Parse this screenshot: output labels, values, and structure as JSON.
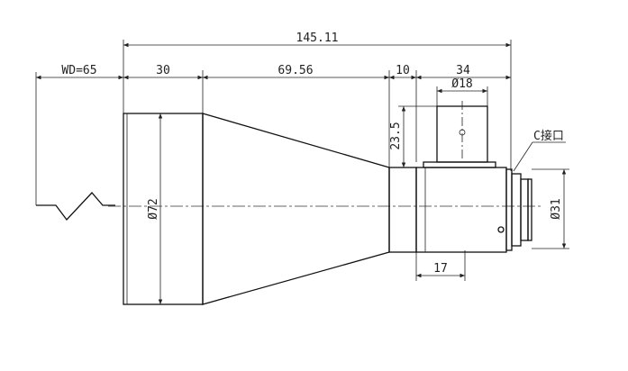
{
  "dimensions": {
    "overall": "145.11",
    "wd": "WD=65",
    "front": "30",
    "taper": "69.56",
    "neck": "10",
    "rear": "34",
    "top_dia": "Ø18",
    "height": "23.5",
    "front_dia": "Ø72",
    "mount_dia": "Ø31",
    "bottom": "17"
  },
  "labels": {
    "mount": "C接口"
  },
  "colors": {
    "line": "#222222",
    "background": "#ffffff"
  }
}
